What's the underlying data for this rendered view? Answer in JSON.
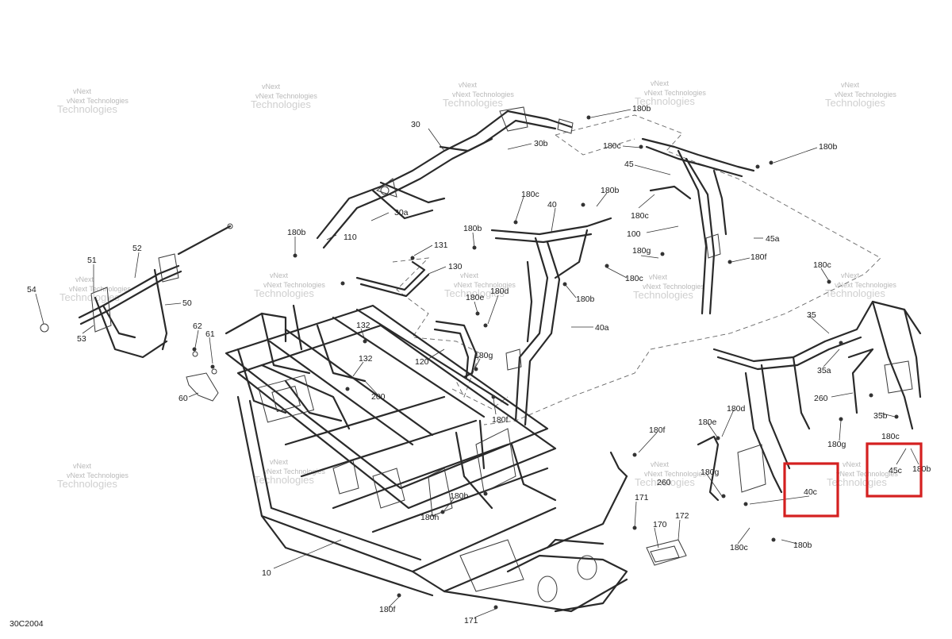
{
  "diagram": {
    "code": "30C2004",
    "watermark": {
      "line1": "vNext",
      "line2": "Technologies",
      "line3": "vNext Technologies"
    },
    "callouts": [
      {
        "id": "c-30",
        "text": "30"
      },
      {
        "id": "c-30b",
        "text": "30b"
      },
      {
        "id": "c-30a",
        "text": "30a"
      },
      {
        "id": "c-180b-1",
        "text": "180b"
      },
      {
        "id": "c-180c-1",
        "text": "180c"
      },
      {
        "id": "c-45",
        "text": "45"
      },
      {
        "id": "c-180b-2",
        "text": "180b"
      },
      {
        "id": "c-180c-2",
        "text": "180c"
      },
      {
        "id": "c-180b-3",
        "text": "180b"
      },
      {
        "id": "c-40",
        "text": "40"
      },
      {
        "id": "c-180c-3",
        "text": "180c"
      },
      {
        "id": "c-100",
        "text": "100"
      },
      {
        "id": "c-45a",
        "text": "45a"
      },
      {
        "id": "c-180b-4",
        "text": "180b"
      },
      {
        "id": "c-110",
        "text": "110"
      },
      {
        "id": "c-180b-5",
        "text": "180b"
      },
      {
        "id": "c-131",
        "text": "131"
      },
      {
        "id": "c-130",
        "text": "130"
      },
      {
        "id": "c-180g-1",
        "text": "180g"
      },
      {
        "id": "c-180f-1",
        "text": "180f"
      },
      {
        "id": "c-180c-4",
        "text": "180c"
      },
      {
        "id": "c-180c-5",
        "text": "180c"
      },
      {
        "id": "c-52",
        "text": "52"
      },
      {
        "id": "c-51",
        "text": "51"
      },
      {
        "id": "c-50",
        "text": "50"
      },
      {
        "id": "c-54",
        "text": "54"
      },
      {
        "id": "c-53",
        "text": "53"
      },
      {
        "id": "c-180e-1",
        "text": "180e"
      },
      {
        "id": "c-180d-1",
        "text": "180d"
      },
      {
        "id": "c-180b-6",
        "text": "180b"
      },
      {
        "id": "c-40a",
        "text": "40a"
      },
      {
        "id": "c-35",
        "text": "35"
      },
      {
        "id": "c-62",
        "text": "62"
      },
      {
        "id": "c-61",
        "text": "61"
      },
      {
        "id": "c-132-1",
        "text": "132"
      },
      {
        "id": "c-132-2",
        "text": "132"
      },
      {
        "id": "c-120",
        "text": "120"
      },
      {
        "id": "c-180g-2",
        "text": "180g"
      },
      {
        "id": "c-35a",
        "text": "35a"
      },
      {
        "id": "c-60",
        "text": "60"
      },
      {
        "id": "c-200",
        "text": "200"
      },
      {
        "id": "c-260-1",
        "text": "260"
      },
      {
        "id": "c-180f-2",
        "text": "180f"
      },
      {
        "id": "c-180d-2",
        "text": "180d"
      },
      {
        "id": "c-180e-2",
        "text": "180e"
      },
      {
        "id": "c-35b",
        "text": "35b"
      },
      {
        "id": "c-180c-6",
        "text": "180c"
      },
      {
        "id": "c-180f-3",
        "text": "180f"
      },
      {
        "id": "c-180g-3",
        "text": "180g"
      },
      {
        "id": "c-45c",
        "text": "45c"
      },
      {
        "id": "c-180b-7",
        "text": "180b"
      },
      {
        "id": "c-260-2",
        "text": "260"
      },
      {
        "id": "c-180g-4",
        "text": "180g"
      },
      {
        "id": "c-40c",
        "text": "40c"
      },
      {
        "id": "c-180b-8",
        "text": "180b"
      },
      {
        "id": "c-180h",
        "text": "180h"
      },
      {
        "id": "c-171-1",
        "text": "171"
      },
      {
        "id": "c-170",
        "text": "170"
      },
      {
        "id": "c-172",
        "text": "172"
      },
      {
        "id": "c-180c-7",
        "text": "180c"
      },
      {
        "id": "c-180b-9",
        "text": "180b"
      },
      {
        "id": "c-10",
        "text": "10"
      },
      {
        "id": "c-180f-4",
        "text": "180f"
      },
      {
        "id": "c-171-2",
        "text": "171"
      }
    ],
    "highlight_color": "#d42020"
  }
}
